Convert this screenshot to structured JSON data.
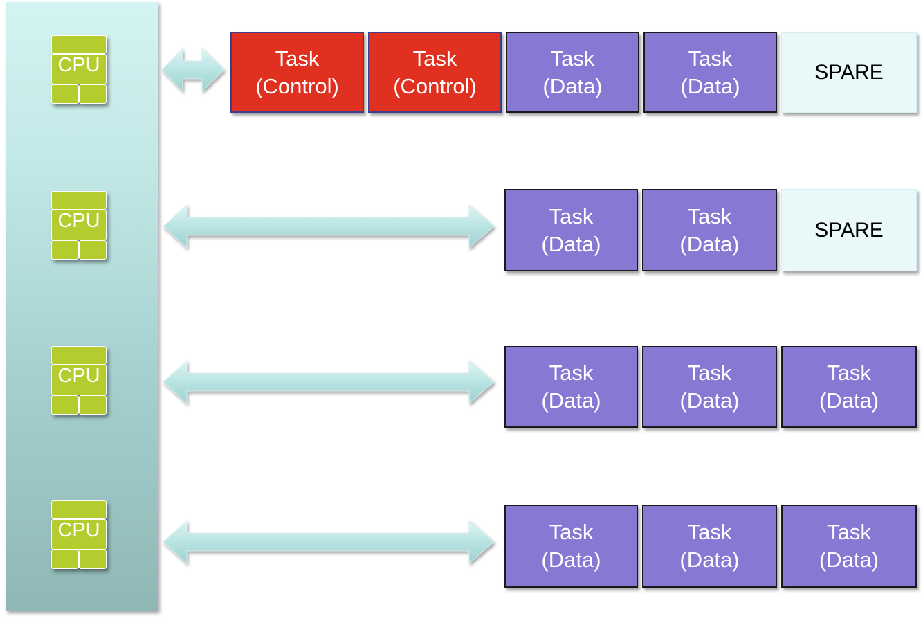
{
  "cpus": [
    {
      "label": "CPU"
    },
    {
      "label": "CPU"
    },
    {
      "label": "CPU"
    },
    {
      "label": "CPU"
    }
  ],
  "rows": [
    {
      "tasks": [
        {
          "kind": "control",
          "line1": "Task",
          "line2": "(Control)"
        },
        {
          "kind": "control",
          "line1": "Task",
          "line2": "(Control)"
        },
        {
          "kind": "data",
          "line1": "Task",
          "line2": "(Data)"
        },
        {
          "kind": "data",
          "line1": "Task",
          "line2": "(Data)"
        },
        {
          "kind": "spare",
          "line1": "SPARE",
          "line2": ""
        }
      ]
    },
    {
      "tasks": [
        {
          "kind": "data",
          "line1": "Task",
          "line2": "(Data)"
        },
        {
          "kind": "data",
          "line1": "Task",
          "line2": "(Data)"
        },
        {
          "kind": "spare",
          "line1": "SPARE",
          "line2": ""
        }
      ]
    },
    {
      "tasks": [
        {
          "kind": "data",
          "line1": "Task",
          "line2": "(Data)"
        },
        {
          "kind": "data",
          "line1": "Task",
          "line2": "(Data)"
        },
        {
          "kind": "data",
          "line1": "Task",
          "line2": "(Data)"
        }
      ]
    },
    {
      "tasks": [
        {
          "kind": "data",
          "line1": "Task",
          "line2": "(Data)"
        },
        {
          "kind": "data",
          "line1": "Task",
          "line2": "(Data)"
        },
        {
          "kind": "data",
          "line1": "Task",
          "line2": "(Data)"
        }
      ]
    }
  ],
  "colors": {
    "control": "#e03020",
    "data": "#8878d4",
    "spare": "#e9f8f8",
    "cpu": "#b5cc2f",
    "arrow": "#b8e4e3"
  }
}
